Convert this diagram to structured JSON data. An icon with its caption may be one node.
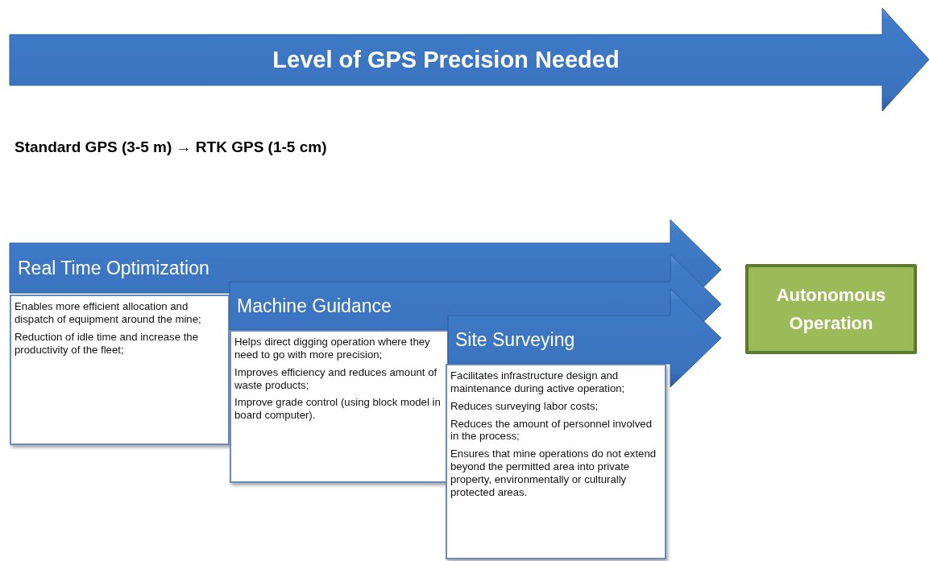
{
  "diagram": {
    "nodes": [
      {
        "text": [
          "Level of GPS Precision Needed"
        ]
      },
      {
        "text": [
          "Real Time Optimization"
        ]
      },
      {
        "text": [
          "Enables more efficient allocation and dispatch of equipment around the mine;",
          "Reduction of idle time and increase the productivity of the fleet;"
        ]
      },
      {
        "text": [
          "Machine Guidance"
        ]
      },
      {
        "text": [
          "Helps direct digging operation where they need to go with more precision;",
          "Improves efficiency and reduces amount of waste products;",
          "Improve grade control (using block model in board computer)."
        ]
      },
      {
        "text": [
          "Site Surveying"
        ]
      },
      {
        "text": [
          "Facilitates infrastructure design and maintenance during active operation;",
          "Reduces surveying labor costs;",
          "Reduces the amount of personnel involved in the process;",
          "Ensures that mine operations do not extend beyond the permitted area into private property, environmentally or culturally protected areas."
        ]
      },
      {
        "text": [
          "Autonomous Operation"
        ]
      }
    ],
    "labels": [
      "Standard GPS (3-5 m) → RTK GPS (1-5 cm)"
    ]
  }
}
